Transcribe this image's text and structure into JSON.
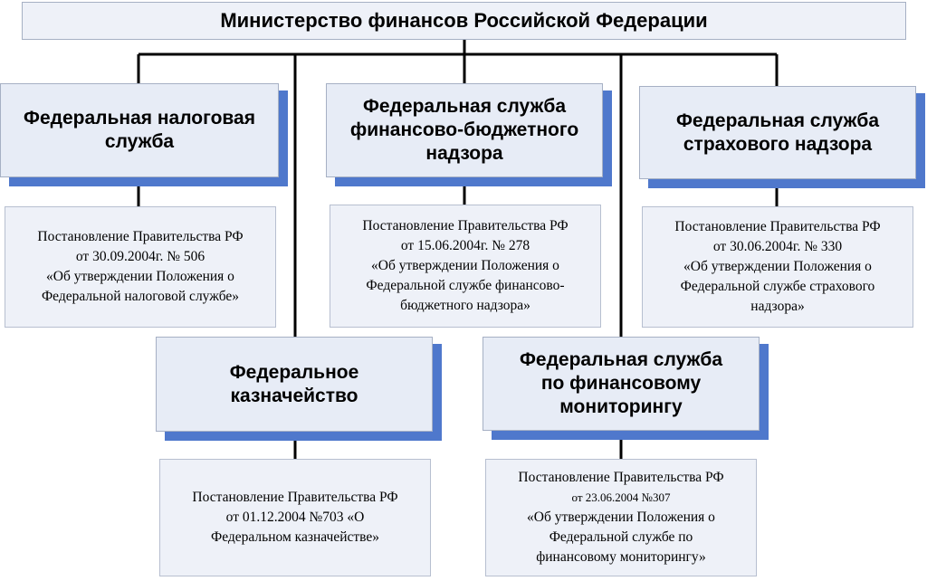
{
  "ministry": "Министерство финансов Российской Федерации",
  "services": [
    {
      "name": "Федеральная налоговая\nслужба",
      "regulation": [
        "Постановление Правительства РФ",
        "от 30.09.2004г. № 506",
        "«Об утверждении Положения о",
        "Федеральной налоговой службе»"
      ]
    },
    {
      "name": "Федеральная служба\nфинансово-бюджетного\nнадзора",
      "regulation": [
        "Постановление Правительства РФ",
        "от 15.06.2004г. № 278",
        "«Об утверждении Положения о",
        "Федеральной службе финансово-",
        "бюджетного надзора»"
      ]
    },
    {
      "name": "Федеральная служба\nстрахового надзора",
      "regulation": [
        "Постановление Правительства РФ",
        "от 30.06.2004г. № 330",
        "«Об утверждении Положения о",
        "Федеральной службе страхового",
        "надзора»"
      ]
    },
    {
      "name": "Федеральное\nказначейство",
      "regulation": [
        "Постановление Правительства РФ",
        "от 01.12.2004 №703 «О",
        "Федеральном казначействе»"
      ]
    },
    {
      "name": "Федеральная  служба\nпо финансовому\nмониторингу",
      "regulation": [
        "Постановление Правительства РФ",
        "от 23.06.2004 №307",
        "«Об утверждении Положения о",
        "Федеральной службе по",
        "финансовому мониторингу»"
      ]
    }
  ],
  "colors": {
    "box_fill": "#e7ecf6",
    "shadow": "#4f78cc",
    "line": "#000000"
  }
}
